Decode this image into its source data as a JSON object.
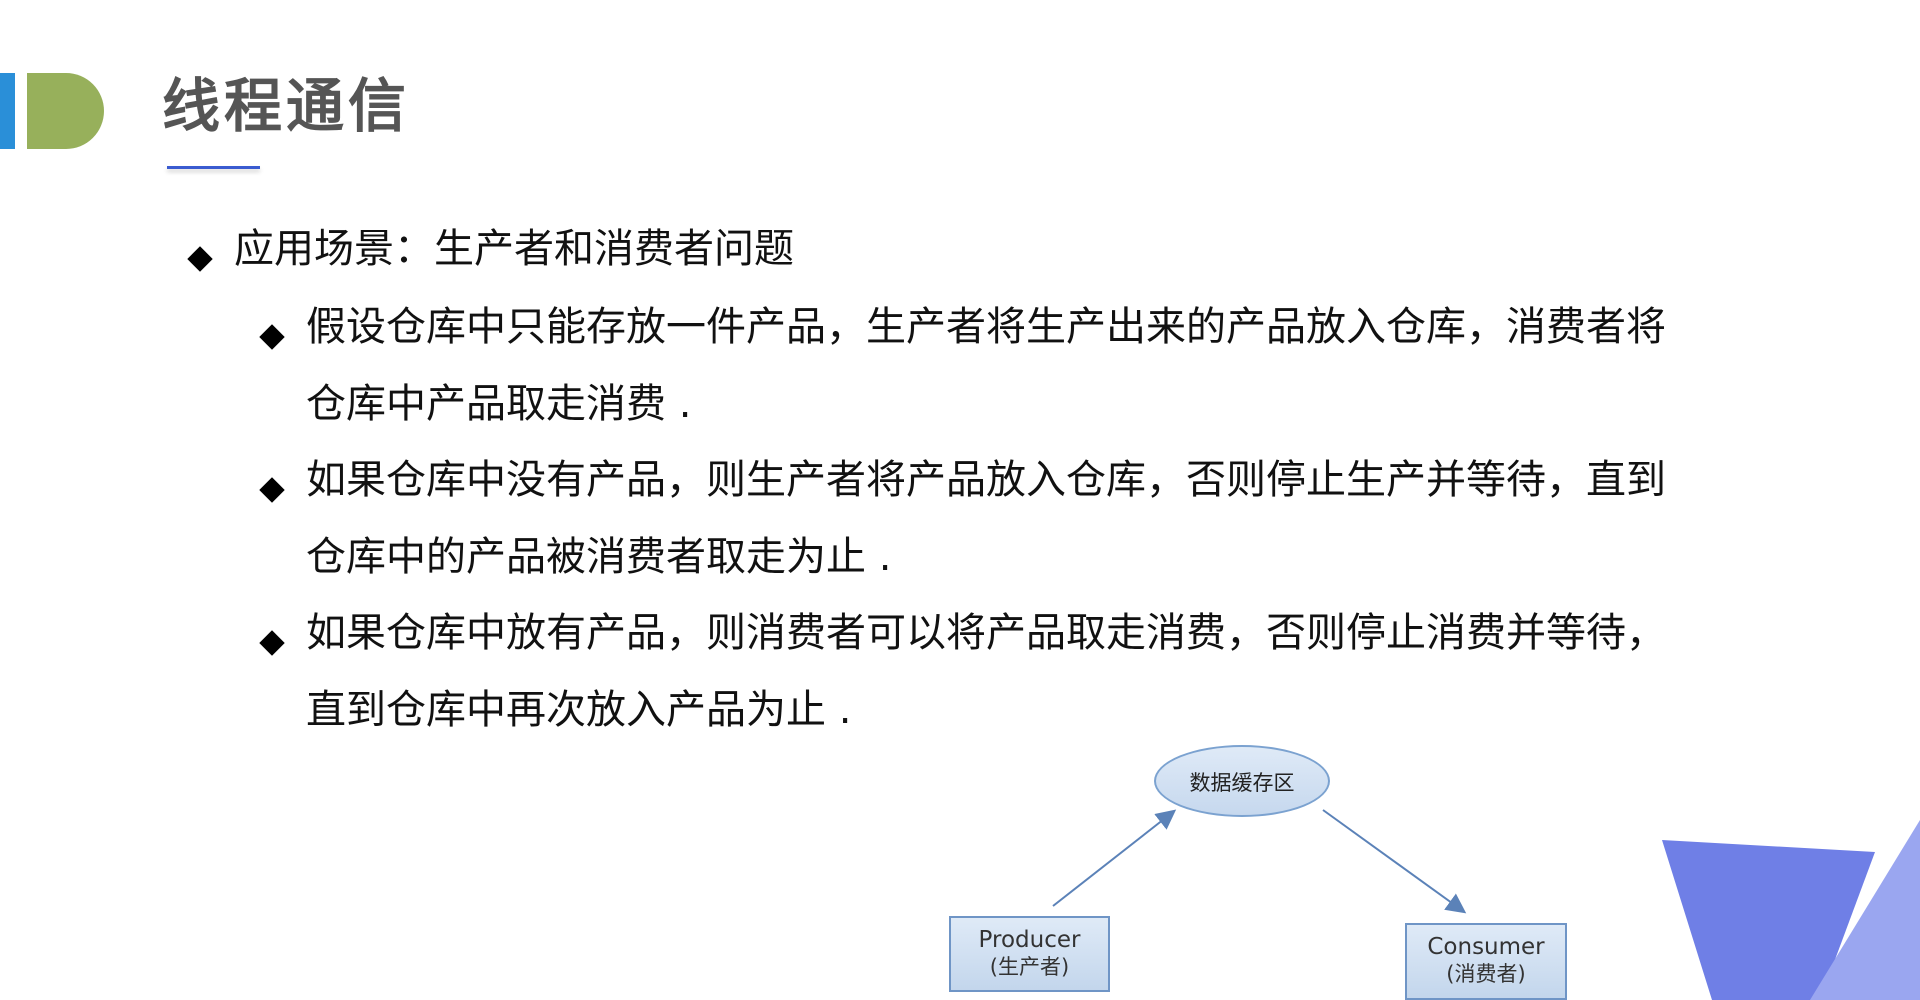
{
  "title": "线程通信",
  "bullets": {
    "main": "应用场景：生产者和消费者问题",
    "items": [
      {
        "line1": "假设仓库中只能存放一件产品，生产者将生产出来的产品放入仓库，消费者将",
        "line2": "仓库中产品取走消费 ."
      },
      {
        "line1": "如果仓库中没有产品，则生产者将产品放入仓库，否则停止生产并等待，直到",
        "line2": "仓库中的产品被消费者取走为止 ."
      },
      {
        "line1": "如果仓库中放有产品，则消费者可以将产品取走消费，否则停止消费并等待，",
        "line2": "直到仓库中再次放入产品为止 ."
      }
    ]
  },
  "diagram": {
    "buffer": "数据缓存区",
    "producer": {
      "name": "Producer",
      "sub": "(生产者)"
    },
    "consumer": {
      "name": "Consumer",
      "sub": "(消费者)"
    }
  },
  "colors": {
    "accent_blue": "#2a8fd8",
    "accent_green": "#97b05b",
    "underline": "#3a5bd0",
    "corner_shape": "#6f7fe6"
  }
}
